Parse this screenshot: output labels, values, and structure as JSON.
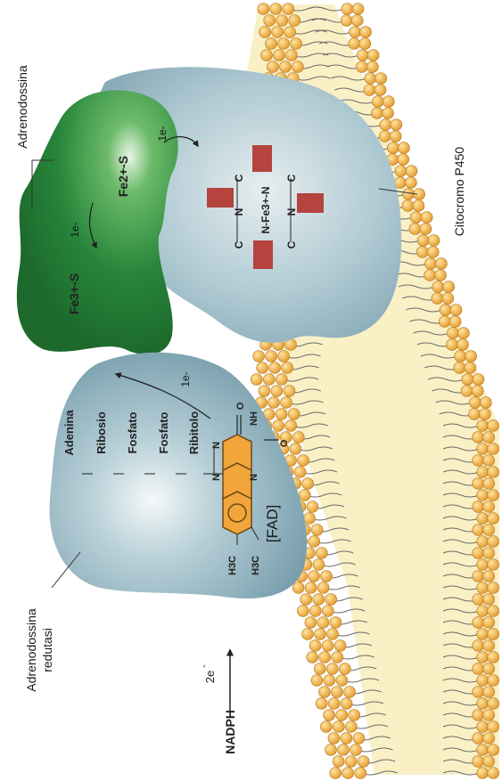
{
  "labels": {
    "adrenodossina": "Adrenodossina",
    "citocromo": "Citocromo P450",
    "reductase_line1": "Adrenodossina",
    "reductase_line2": "redutasi",
    "nadph": "NADPH",
    "two_e": "2e",
    "two_e_sup": "-"
  },
  "fad": {
    "title": "[FAD]",
    "chain": [
      "Adenina",
      "Ribosio",
      "Fosfato",
      "Fosfato",
      "Ribitolo"
    ],
    "methyl_top": "H3C",
    "methyl_bottom": "H3C",
    "n_labels": [
      "N",
      "N",
      "N"
    ],
    "nh": "NH",
    "oxygen_top": "O",
    "oxygen_bottom": "O",
    "electron": "1e-"
  },
  "ferredoxin": {
    "center1": "Fe3+-S",
    "center2": "Fe2+-S",
    "transfer1": "1e-",
    "transfer2": "1e-"
  },
  "heme": {
    "center": "N-Fe3+-N",
    "corner_c": [
      "C",
      "C",
      "C",
      "C"
    ],
    "n_top": "N",
    "n_bottom": "N"
  },
  "colors": {
    "reductase": "#8fb3c0",
    "adrenodoxin": "#2a8a3c",
    "cytochrome": "#a9c6d0",
    "lipid_head": "#f0b54a",
    "membrane_core": "#f8eec0",
    "heme_block": "#b5433e",
    "isoalloxazine": "#f2a53a"
  }
}
